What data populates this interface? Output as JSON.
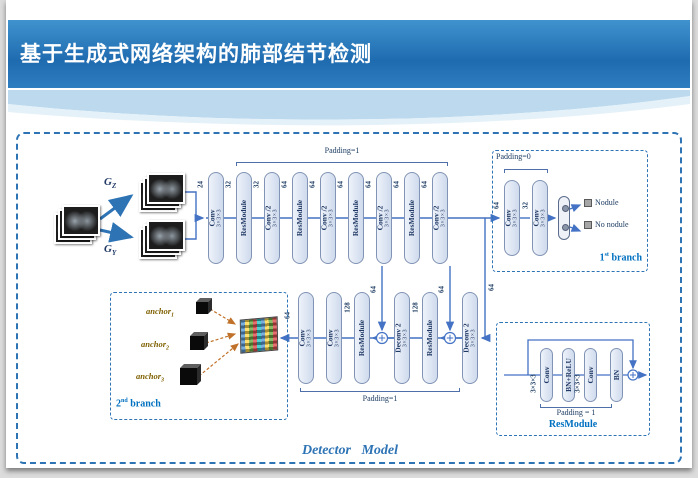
{
  "title": "基于生成式网络架构的肺部结节检测",
  "colors": {
    "banner_blue": "#1f6bb0",
    "dashed_border_blue": "#2e74b5",
    "block_fill": "#dde6f3",
    "block_border": "#8294b5",
    "line_blue": "#4472c4",
    "branch_title_blue": "#0070c0",
    "anchor_olive": "#7f6000",
    "tan_arrow": "#c0722a"
  },
  "generators": {
    "base": "G",
    "z_sub": "Z",
    "y_sub": "Y"
  },
  "encoder": {
    "padding_label": "Padding=1",
    "input_channel": "24",
    "blocks": [
      {
        "label": "Conv",
        "kernel": "3×3×3",
        "out": "32"
      },
      {
        "label": "ResModule",
        "out": "32"
      },
      {
        "label": "Conv /2",
        "kernel": "3×3×3",
        "out": "64"
      },
      {
        "label": "ResModule",
        "out": "64"
      },
      {
        "label": "Conv /2",
        "kernel": "3×3×3",
        "out": "64"
      },
      {
        "label": "ResModule",
        "out": "64"
      },
      {
        "label": "Conv /2",
        "kernel": "3×3×3",
        "out": "64"
      },
      {
        "label": "ResModule",
        "out": "64"
      },
      {
        "label": "Conv /2",
        "kernel": "3×3×3",
        "out": "64"
      }
    ]
  },
  "branch1": {
    "padding_label": "Padding=0",
    "in_channel": "64",
    "mid_channel": "32",
    "blocks": [
      {
        "label": "Conv",
        "kernel": "3×3×3"
      },
      {
        "label": "Conv",
        "kernel": "3×3×3"
      }
    ],
    "outputs": [
      {
        "label": "Nodule"
      },
      {
        "label": "No nodule"
      }
    ],
    "title": {
      "num": "1",
      "sup": "st",
      "word": "branch"
    }
  },
  "decoder": {
    "padding_label": "Padding=1",
    "out_channel": "64",
    "skip_channels": [
      "64",
      "64",
      "64"
    ],
    "channels": [
      "128",
      "128"
    ],
    "blocks": [
      {
        "label": "Conv",
        "kernel": "3×3×3"
      },
      {
        "label": "Conv",
        "kernel": "3×3×3"
      },
      {
        "label": "ResModule"
      },
      {
        "label": "Deconv 2",
        "kernel": "3×3×3"
      },
      {
        "label": "ResModule"
      },
      {
        "label": "Deconv 2",
        "kernel": "3×3×3"
      }
    ]
  },
  "branch2": {
    "anchors": [
      {
        "base": "anchor",
        "sub": "1"
      },
      {
        "base": "anchor",
        "sub": "2"
      },
      {
        "base": "anchor",
        "sub": "3"
      }
    ],
    "title": {
      "num": "2",
      "sup": "nd",
      "word": "branch"
    }
  },
  "resmodule_detail": {
    "blocks": [
      {
        "label": "Conv",
        "kernel": "3×3×3"
      },
      {
        "label": "BN+ReLU"
      },
      {
        "label": "Conv",
        "kernel": "3×3×3"
      },
      {
        "label": "BN"
      }
    ],
    "padding_label": "Padding = 1",
    "title": "ResModule"
  },
  "footer": {
    "label": "Detector   Model"
  }
}
